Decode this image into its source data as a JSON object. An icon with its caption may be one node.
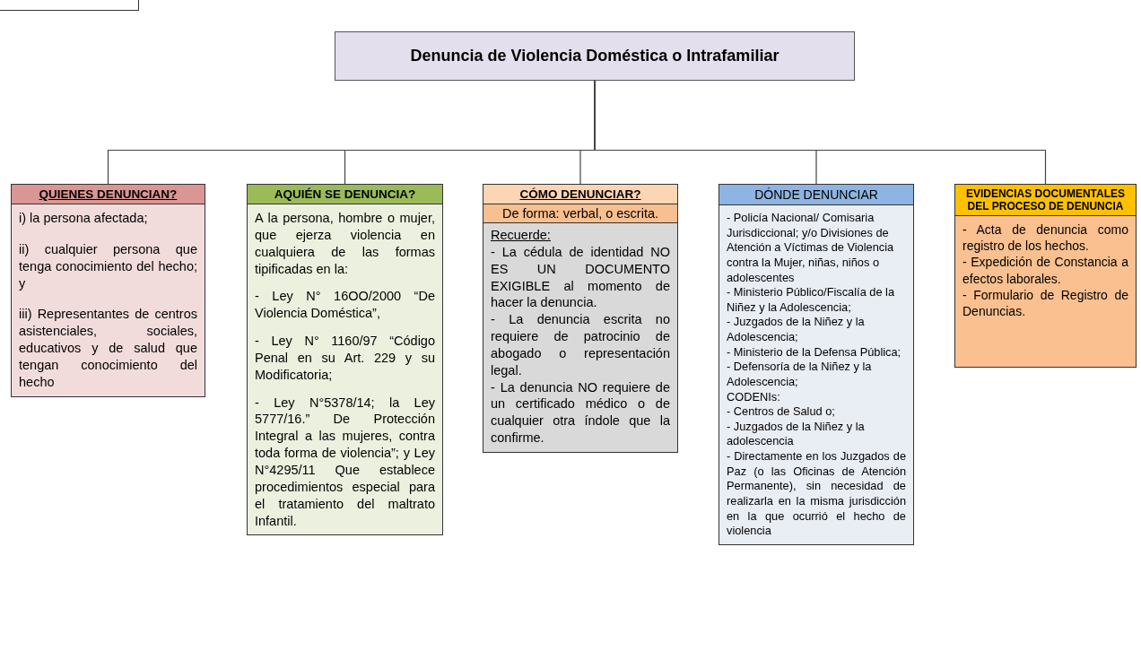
{
  "diagram": {
    "nodes": [
      {
        "text": [],
        "shape": "box"
      },
      {
        "text": [
          "Denuncia de Violencia Doméstica o Intrafamiliar"
        ]
      },
      {
        "text": [
          "QUIENES DENUNCIAN?",
          "i) la persona afectada;",
          "ii) cualquier persona que tenga conocimiento del hecho; y",
          "iii) Representantes de centros asistenciales, sociales, educativos y de salud que tengan conocimiento del hecho"
        ]
      },
      {
        "text": [
          "AQUIÉN SE DENUNCIA?",
          "A la persona, hombre o mujer, que ejerza violencia en cualquiera de las formas tipificadas en la:",
          "- Ley N° 16OO/2000 “De Violencia Doméstica”,",
          "- Ley N° 1160/97 “Código Penal en su Art. 229 y su Modificatoria;",
          "- Ley N°5378/14; la Ley 5777/16.” De Protección Integral a las mujeres, contra toda forma de violencia”; y Ley N°4295/11 Que establece procedimientos especial para el tratamiento del maltrato Infantil."
        ]
      },
      {
        "text": [
          "CÓMO DENUNCIAR?",
          "De forma: verbal, o escrita.",
          "Recuerde:",
          "- La cédula de identidad NO ES UN DOCUMENTO EXIGIBLE al momento de hacer la denuncia.",
          "- La denuncia escrita no requiere de patrocinio de abogado o representación legal.",
          "- La denuncia NO requiere de un certificado médico o de cualquier otra índole que la confirme."
        ]
      },
      {
        "text": [
          "DÓNDE DENUNCIAR",
          "- Policía Nacional/ Comisaria Jurisdiccional; y/o Divisiones de Atención a Víctimas de Violencia contra la Mujer, niñas, niños o adolescentes",
          "- Ministerio Público/Fiscalía de la Niñez y la Adolescencia;",
          "- Juzgados de la Niñez y la Adolescencia;",
          "- Ministerio de la Defensa Pública;",
          "- Defensoría de la Niñez y la Adolescencia;",
          "CODENIs:",
          "- Centros de Salud o;",
          "- Juzgados de la Niñez y la adolescencia",
          "- Directamente en los Juzgados de Paz (o las Oficinas de Atención Permanente), sin necesidad de realizarla en la misma jurisdicción en la que ocurrió el hecho de violencia"
        ]
      },
      {
        "text": [
          "EVIDENCIAS DOCUMENTALES DEL PROCESO DE DENUNCIA",
          "- Acta de denuncia como registro de los hechos.",
          "- Expedición de Constancia a efectos laborales.",
          "- Formulario de Registro de Denuncias."
        ]
      }
    ],
    "edges": [
      {
        "from": 1,
        "to": 2,
        "arrow": "none"
      },
      {
        "from": 1,
        "to": 3,
        "arrow": "none"
      },
      {
        "from": 1,
        "to": 4,
        "arrow": "none"
      },
      {
        "from": 1,
        "to": 5,
        "arrow": "none"
      },
      {
        "from": 1,
        "to": 6,
        "arrow": "none"
      }
    ]
  }
}
